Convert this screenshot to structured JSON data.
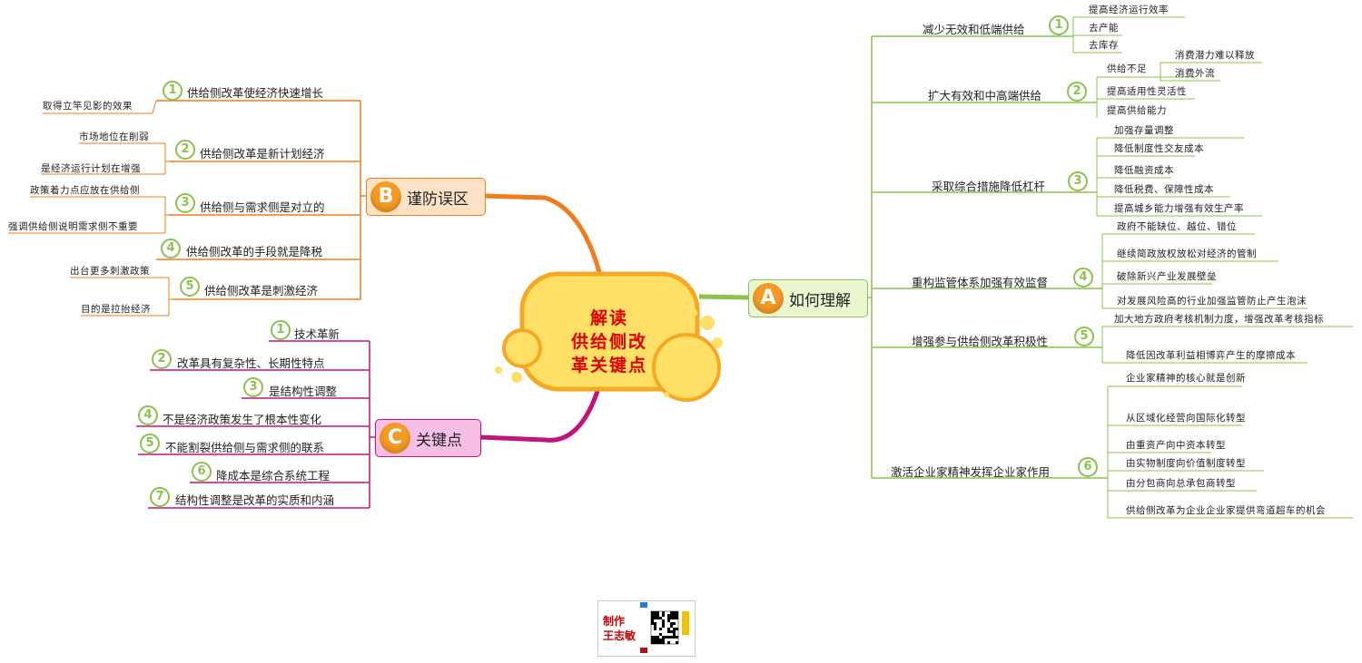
{
  "center": {
    "line1": "解读",
    "line2": "供给侧改",
    "line3": "革关键点"
  },
  "branch_a": {
    "badge": "A",
    "label": "如何理解",
    "items": [
      {
        "num": "1",
        "label": "减少无效和低端供给",
        "children": [
          "提高经济运行效率",
          "去产能",
          "去库存"
        ]
      },
      {
        "num": "2",
        "label": "扩大有效和中高端供给",
        "supply_gap": "供给不足",
        "supply_gap_children": [
          "消费潜力难以释放",
          "消费外流"
        ],
        "children": [
          "提高适用性灵活性",
          "提高供给能力"
        ]
      },
      {
        "num": "3",
        "label": "采取综合措施降低杠杆",
        "children": [
          "加强存量调整",
          "降低制度性交友成本",
          "降低融资成本",
          "降低税费、保障性成本",
          "提高城乡能力增强有效生产率"
        ]
      },
      {
        "num": "4",
        "label": "重构监管体系加强有效监督",
        "children": [
          "政府不能缺位、越位、错位",
          "继续简政放权放松对经济的管制",
          "破除新兴产业发展壁垒",
          "对发展风险高的行业加强监管防止产生泡沫"
        ]
      },
      {
        "num": "5",
        "label": "增强参与供给侧改革积极性",
        "children": [
          "加大地方政府考核机制力度，增强改革考核指标",
          "降低因改革利益相博弈产生的摩擦成本"
        ]
      },
      {
        "num": "6",
        "label": "激活企业家精神发挥企业家作用",
        "children": [
          "企业家精神的核心就是创新",
          "从区域化经营向国际化转型",
          "由重资产向中资本转型",
          "由实物制度向价值制度转型",
          "由分包商向总承包商转型",
          "供给侧改革为企业企业家提供弯道超车的机会"
        ]
      }
    ]
  },
  "branch_b": {
    "badge": "B",
    "label": "谨防误区",
    "items": [
      {
        "num": "1",
        "label": "供给侧改革使经济快速增长",
        "children": [
          "取得立竿见影的效果"
        ]
      },
      {
        "num": "2",
        "label": "供给侧改革是新计划经济",
        "children": [
          "市场地位在削弱",
          "是经济运行计划在增强"
        ]
      },
      {
        "num": "3",
        "label": "供给侧与需求侧是对立的",
        "children": [
          "政策着力点应放在供给侧",
          "强调供给侧说明需求侧不重要"
        ]
      },
      {
        "num": "4",
        "label": "供给侧改革的手段就是降税",
        "children": []
      },
      {
        "num": "5",
        "label": "供给侧改革是刺激经济",
        "children": [
          "出台更多刺激政策",
          "目的是拉抬经济"
        ]
      }
    ]
  },
  "branch_c": {
    "badge": "C",
    "label": "关键点",
    "items": [
      {
        "num": "1",
        "label": "技术革新"
      },
      {
        "num": "2",
        "label": "改革具有复杂性、长期性特点"
      },
      {
        "num": "3",
        "label": "是结构性调整"
      },
      {
        "num": "4",
        "label": "不是经济政策发生了根本性变化"
      },
      {
        "num": "5",
        "label": "不能割裂供给侧与需求侧的联系"
      },
      {
        "num": "6",
        "label": "降成本是综合系统工程"
      },
      {
        "num": "7",
        "label": "结构性调整是改革的实质和内涵"
      }
    ]
  },
  "credit": {
    "line1": "制作",
    "line2": "王志敏"
  },
  "colors": {
    "branch_a": "#8bc34a",
    "branch_b": "#f07c1a",
    "branch_c": "#c0147c",
    "center_fill": "#ffe066",
    "center_border": "#f7a823",
    "title": "#e00000"
  }
}
